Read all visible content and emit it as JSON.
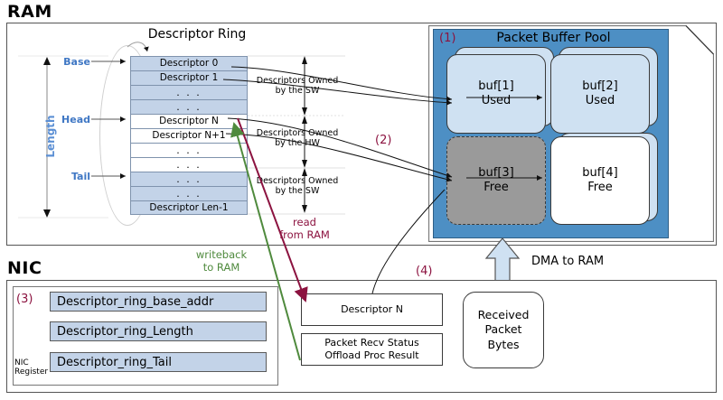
{
  "sections": {
    "ram_title": "RAM",
    "nic_title": "NIC"
  },
  "descriptor_ring": {
    "title": "Descriptor Ring",
    "pointer_labels": {
      "base": "Base",
      "head": "Head",
      "tail": "Tail",
      "length": "Length"
    },
    "rows": [
      {
        "label": "Descriptor 0",
        "fill": "blue"
      },
      {
        "label": "Descriptor 1",
        "fill": "blue"
      },
      {
        "label": ". . .",
        "fill": "blue"
      },
      {
        "label": ". . .",
        "fill": "blue"
      },
      {
        "label": "Descriptor N",
        "fill": "white"
      },
      {
        "label": "Descriptor N+1",
        "fill": "white"
      },
      {
        "label": ". . .",
        "fill": "white"
      },
      {
        "label": ". . .",
        "fill": "white"
      },
      {
        "label": ". . .",
        "fill": "blue"
      },
      {
        "label": ". . .",
        "fill": "blue"
      },
      {
        "label": "Descriptor Len-1",
        "fill": "blue"
      }
    ],
    "ownership": [
      {
        "line1": "Descriptors Owned",
        "line2": "by the SW"
      },
      {
        "line1": "Descriptors Owned",
        "line2": "by the HW"
      },
      {
        "line1": "Descriptors Owned",
        "line2": "by the SW"
      }
    ]
  },
  "packet_buffer_pool": {
    "title": "Packet Buffer Pool",
    "buffers": [
      {
        "name": "buf[1]",
        "state": "Used",
        "style": "used"
      },
      {
        "name": "buf[2]",
        "state": "Used",
        "style": "used"
      },
      {
        "name": "buf[3]",
        "state": "Free",
        "style": "free-gray"
      },
      {
        "name": "buf[4]",
        "state": "Free",
        "style": "free-white"
      }
    ]
  },
  "nic_registers": {
    "caption_line1": "NIC",
    "caption_line2": "Register",
    "items": [
      "Descriptor_ring_base_addr",
      "Descriptor_ring_Length",
      "Descriptor_ring_Tail"
    ]
  },
  "nic_bottom": {
    "descriptor_box": "Descriptor N",
    "status_box_line1": "Packet Recv Status",
    "status_box_line2": "Offload Proc Result",
    "received_line1": "Received",
    "received_line2": "Packet",
    "received_line3": "Bytes"
  },
  "annotations": {
    "read_line1": "read",
    "read_line2": "from RAM",
    "writeback_line1": "writeback",
    "writeback_line2": "to RAM",
    "dma": "DMA to RAM",
    "step1": "(1)",
    "step2": "(2)",
    "step3": "(3)",
    "step4": "(4)"
  },
  "colors": {
    "pool_bg": "#4d8fc4",
    "buffer_used": "#cfe1f2",
    "buffer_free_gray": "#9a9a9a",
    "descriptor_blue": "#c3d3e8",
    "pointer_label": "#3f77c4",
    "step_red": "#8c1340",
    "read_red": "#8c1340",
    "writeback_green": "#4f8a3d",
    "dma_arrow": "#cfe1f2"
  }
}
